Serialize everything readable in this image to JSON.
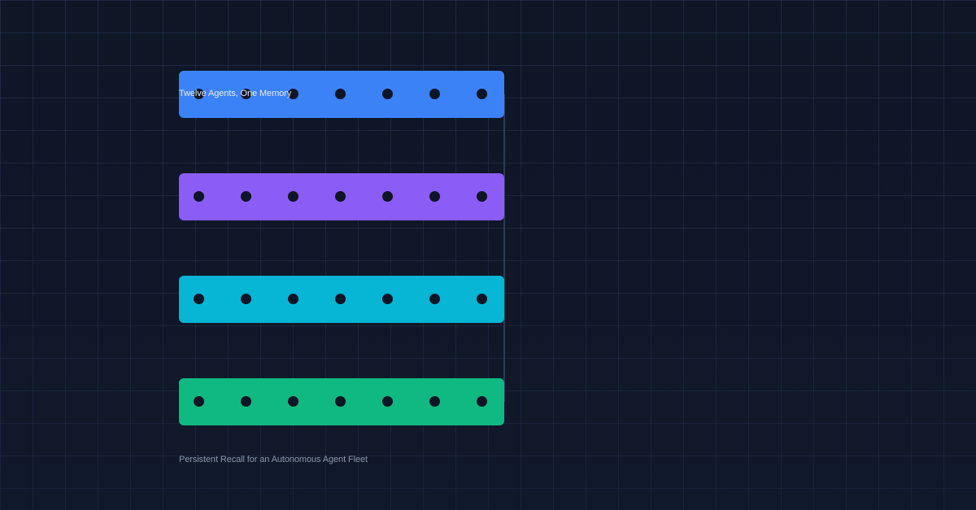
{
  "title": "Twelve Agents, One Memory",
  "subtitle": "Persistent Recall for an Autonomous Agent Fleet",
  "colors": {
    "background": "#0f1626",
    "grid": "#3c4a6e",
    "connector": "#2f3a52",
    "dot": "#0e1526"
  },
  "bars": [
    {
      "color": "#3b82f6",
      "dots": 7
    },
    {
      "color": "#8b5cf6",
      "dots": 7
    },
    {
      "color": "#06b6d4",
      "dots": 7
    },
    {
      "color": "#10b981",
      "dots": 7
    }
  ]
}
